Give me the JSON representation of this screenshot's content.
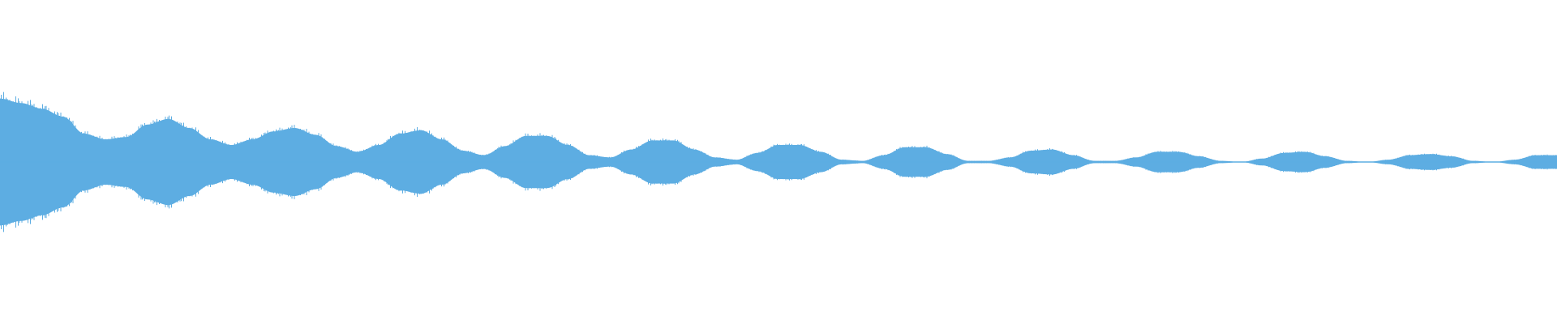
{
  "waveform": {
    "color": "#5dade2",
    "background": "#ffffff",
    "amplitude_envelope": [
      0.56,
      0.52,
      0.47,
      0.4,
      0.25,
      0.2,
      0.22,
      0.33,
      0.38,
      0.3,
      0.2,
      0.15,
      0.2,
      0.27,
      0.3,
      0.24,
      0.14,
      0.09,
      0.15,
      0.25,
      0.28,
      0.2,
      0.1,
      0.06,
      0.14,
      0.23,
      0.23,
      0.15,
      0.06,
      0.04,
      0.11,
      0.19,
      0.19,
      0.11,
      0.04,
      0.02,
      0.08,
      0.15,
      0.15,
      0.09,
      0.02,
      0.01,
      0.06,
      0.13,
      0.13,
      0.07,
      0.01,
      0.01,
      0.04,
      0.1,
      0.11,
      0.06,
      0.01,
      0.01,
      0.04,
      0.09,
      0.09,
      0.05,
      0.01,
      0.0,
      0.03,
      0.08,
      0.09,
      0.05,
      0.01,
      0.0,
      0.02,
      0.06,
      0.07,
      0.05,
      0.01,
      0.0,
      0.02,
      0.06,
      0.06
    ]
  }
}
